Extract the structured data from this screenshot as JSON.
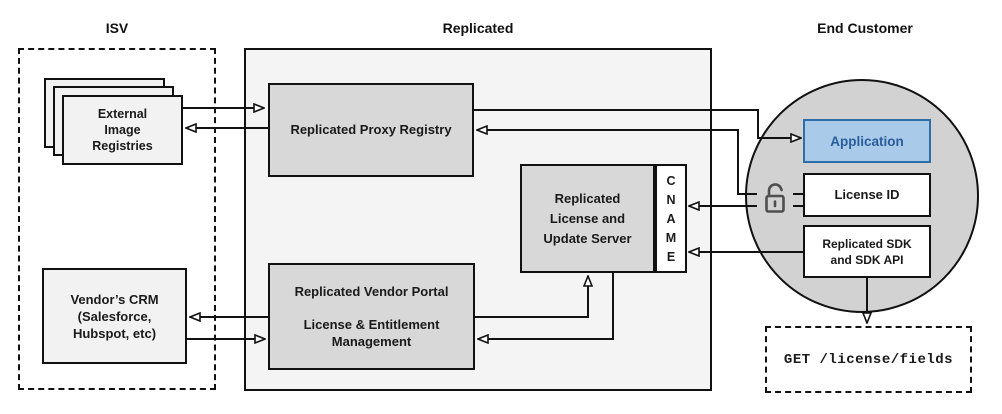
{
  "sections": {
    "isv": "ISV",
    "replicated": "Replicated",
    "end_customer": "End Customer"
  },
  "nodes": {
    "external_registries": {
      "lines": [
        "External",
        "Image",
        "Registries"
      ]
    },
    "vendor_crm": {
      "lines": [
        "Vendor’s CRM",
        "(Salesforce,",
        "Hubspot, etc)"
      ]
    },
    "proxy_registry": {
      "label": "Replicated Proxy Registry"
    },
    "license_server": {
      "lines": [
        "Replicated",
        "License and",
        "Update Server"
      ]
    },
    "cname": {
      "letters": [
        "C",
        "N",
        "A",
        "M",
        "E"
      ]
    },
    "vendor_portal": {
      "title": "Replicated Vendor Portal",
      "lines": [
        "License & Entitlement",
        "Management"
      ]
    },
    "application": {
      "label": "Application"
    },
    "license_id": {
      "label": "License ID"
    },
    "sdk": {
      "lines": [
        "Replicated SDK",
        "and SDK API"
      ]
    },
    "get_endpoint": {
      "label": "GET /license/fields"
    }
  },
  "icons": {
    "lock": "unlocked-padlock"
  },
  "colors": {
    "application_fill": "#a9cae8",
    "application_border": "#2d6da8",
    "application_text": "#2b5d9b",
    "box_gray": "#d8d8d8",
    "container_gray": "#f4f4f4",
    "circle_gray": "#d2d2d2",
    "node_light": "#f2f2f2",
    "line_black": "#111111"
  }
}
